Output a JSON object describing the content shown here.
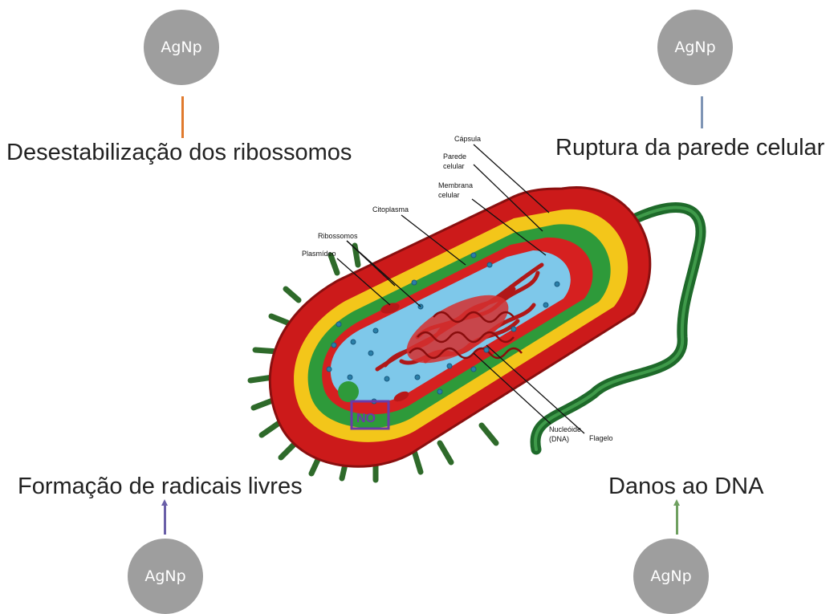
{
  "particles": [
    {
      "label": "AgNp"
    },
    {
      "label": "AgNp"
    },
    {
      "label": "AgNp"
    },
    {
      "label": "AgNp"
    }
  ],
  "effects": {
    "top_left": "Desestabilização dos ribossomos",
    "top_right": "Ruptura da parede celular",
    "bottom_left": "Formação de radicais livres",
    "bottom_right": "Danos ao DNA"
  },
  "cell_labels": {
    "capsula": "Cápsula",
    "parede_1": "Parede",
    "parede_2": "celular",
    "membrana_1": "Membrana",
    "membrana_2": "celular",
    "citoplasma": "Citoplasma",
    "ribossomos": "Ribossomos",
    "plasmideo": "Plasmídeo",
    "nucleoide_1": "Nucleóide",
    "nucleoide_2": "(DNA)",
    "flagelo": "Flagelo",
    "no": "NO"
  },
  "colors": {
    "particle": "#9e9e9e",
    "line_top_left": "#e07a2e",
    "line_top_right": "#7f95b5",
    "line_bottom_left": "#6a5fa8",
    "line_bottom_right": "#6fa060",
    "capsule": "#cc1a1a",
    "cell_wall": "#f3c61a",
    "membrane": "#2e9a3a",
    "cytoplasm": "#7ec8ea",
    "nucleoid": "#b01818",
    "flagellum": "#1e6a2a",
    "no_box": "#6b3aa8"
  }
}
